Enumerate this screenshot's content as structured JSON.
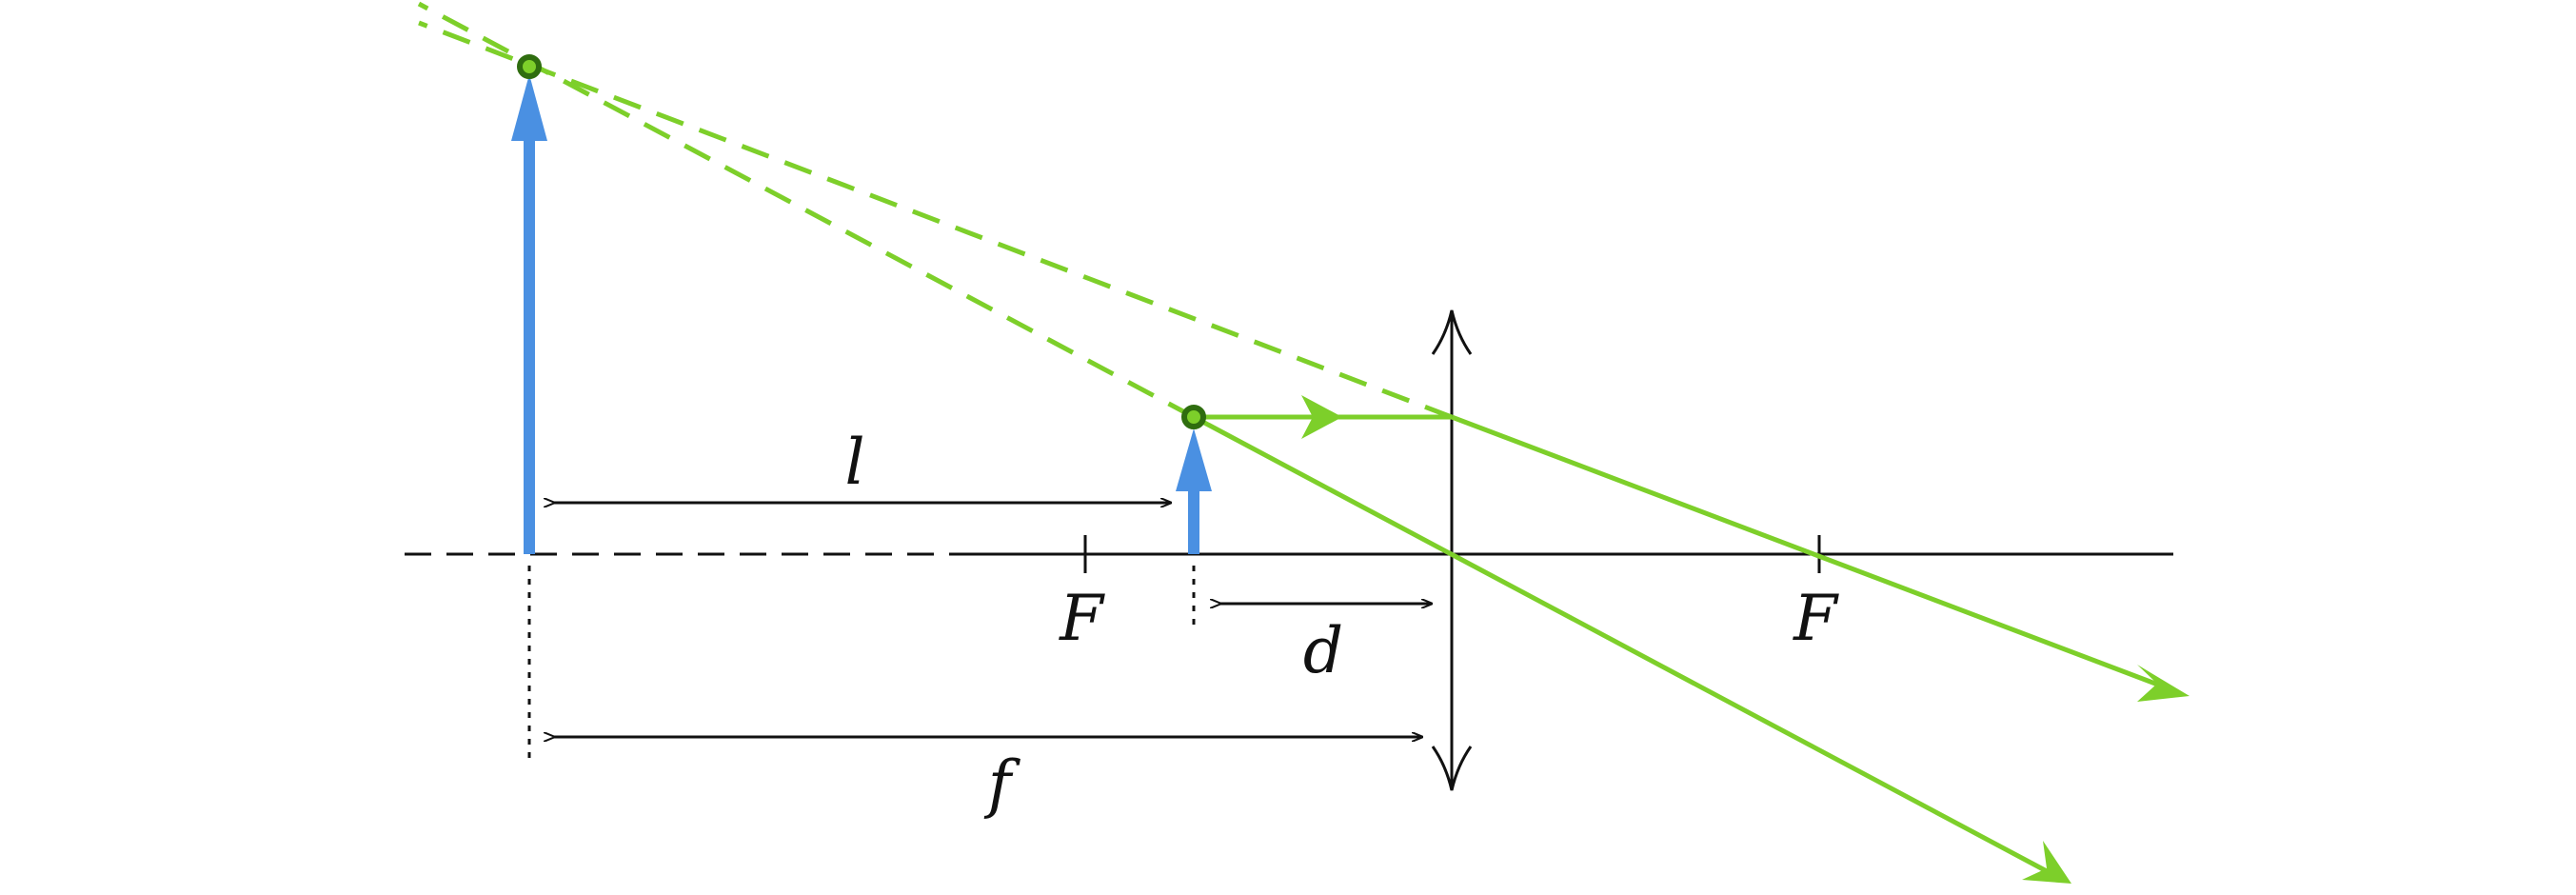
{
  "labels": {
    "focus_left": "F",
    "focus_right": "F",
    "l": "l",
    "d": "d",
    "f": "f"
  },
  "colors": {
    "ray": "#7dcf2a",
    "arrow": "#4a90e2",
    "point": "#2f6d0f",
    "line": "#111111"
  }
}
